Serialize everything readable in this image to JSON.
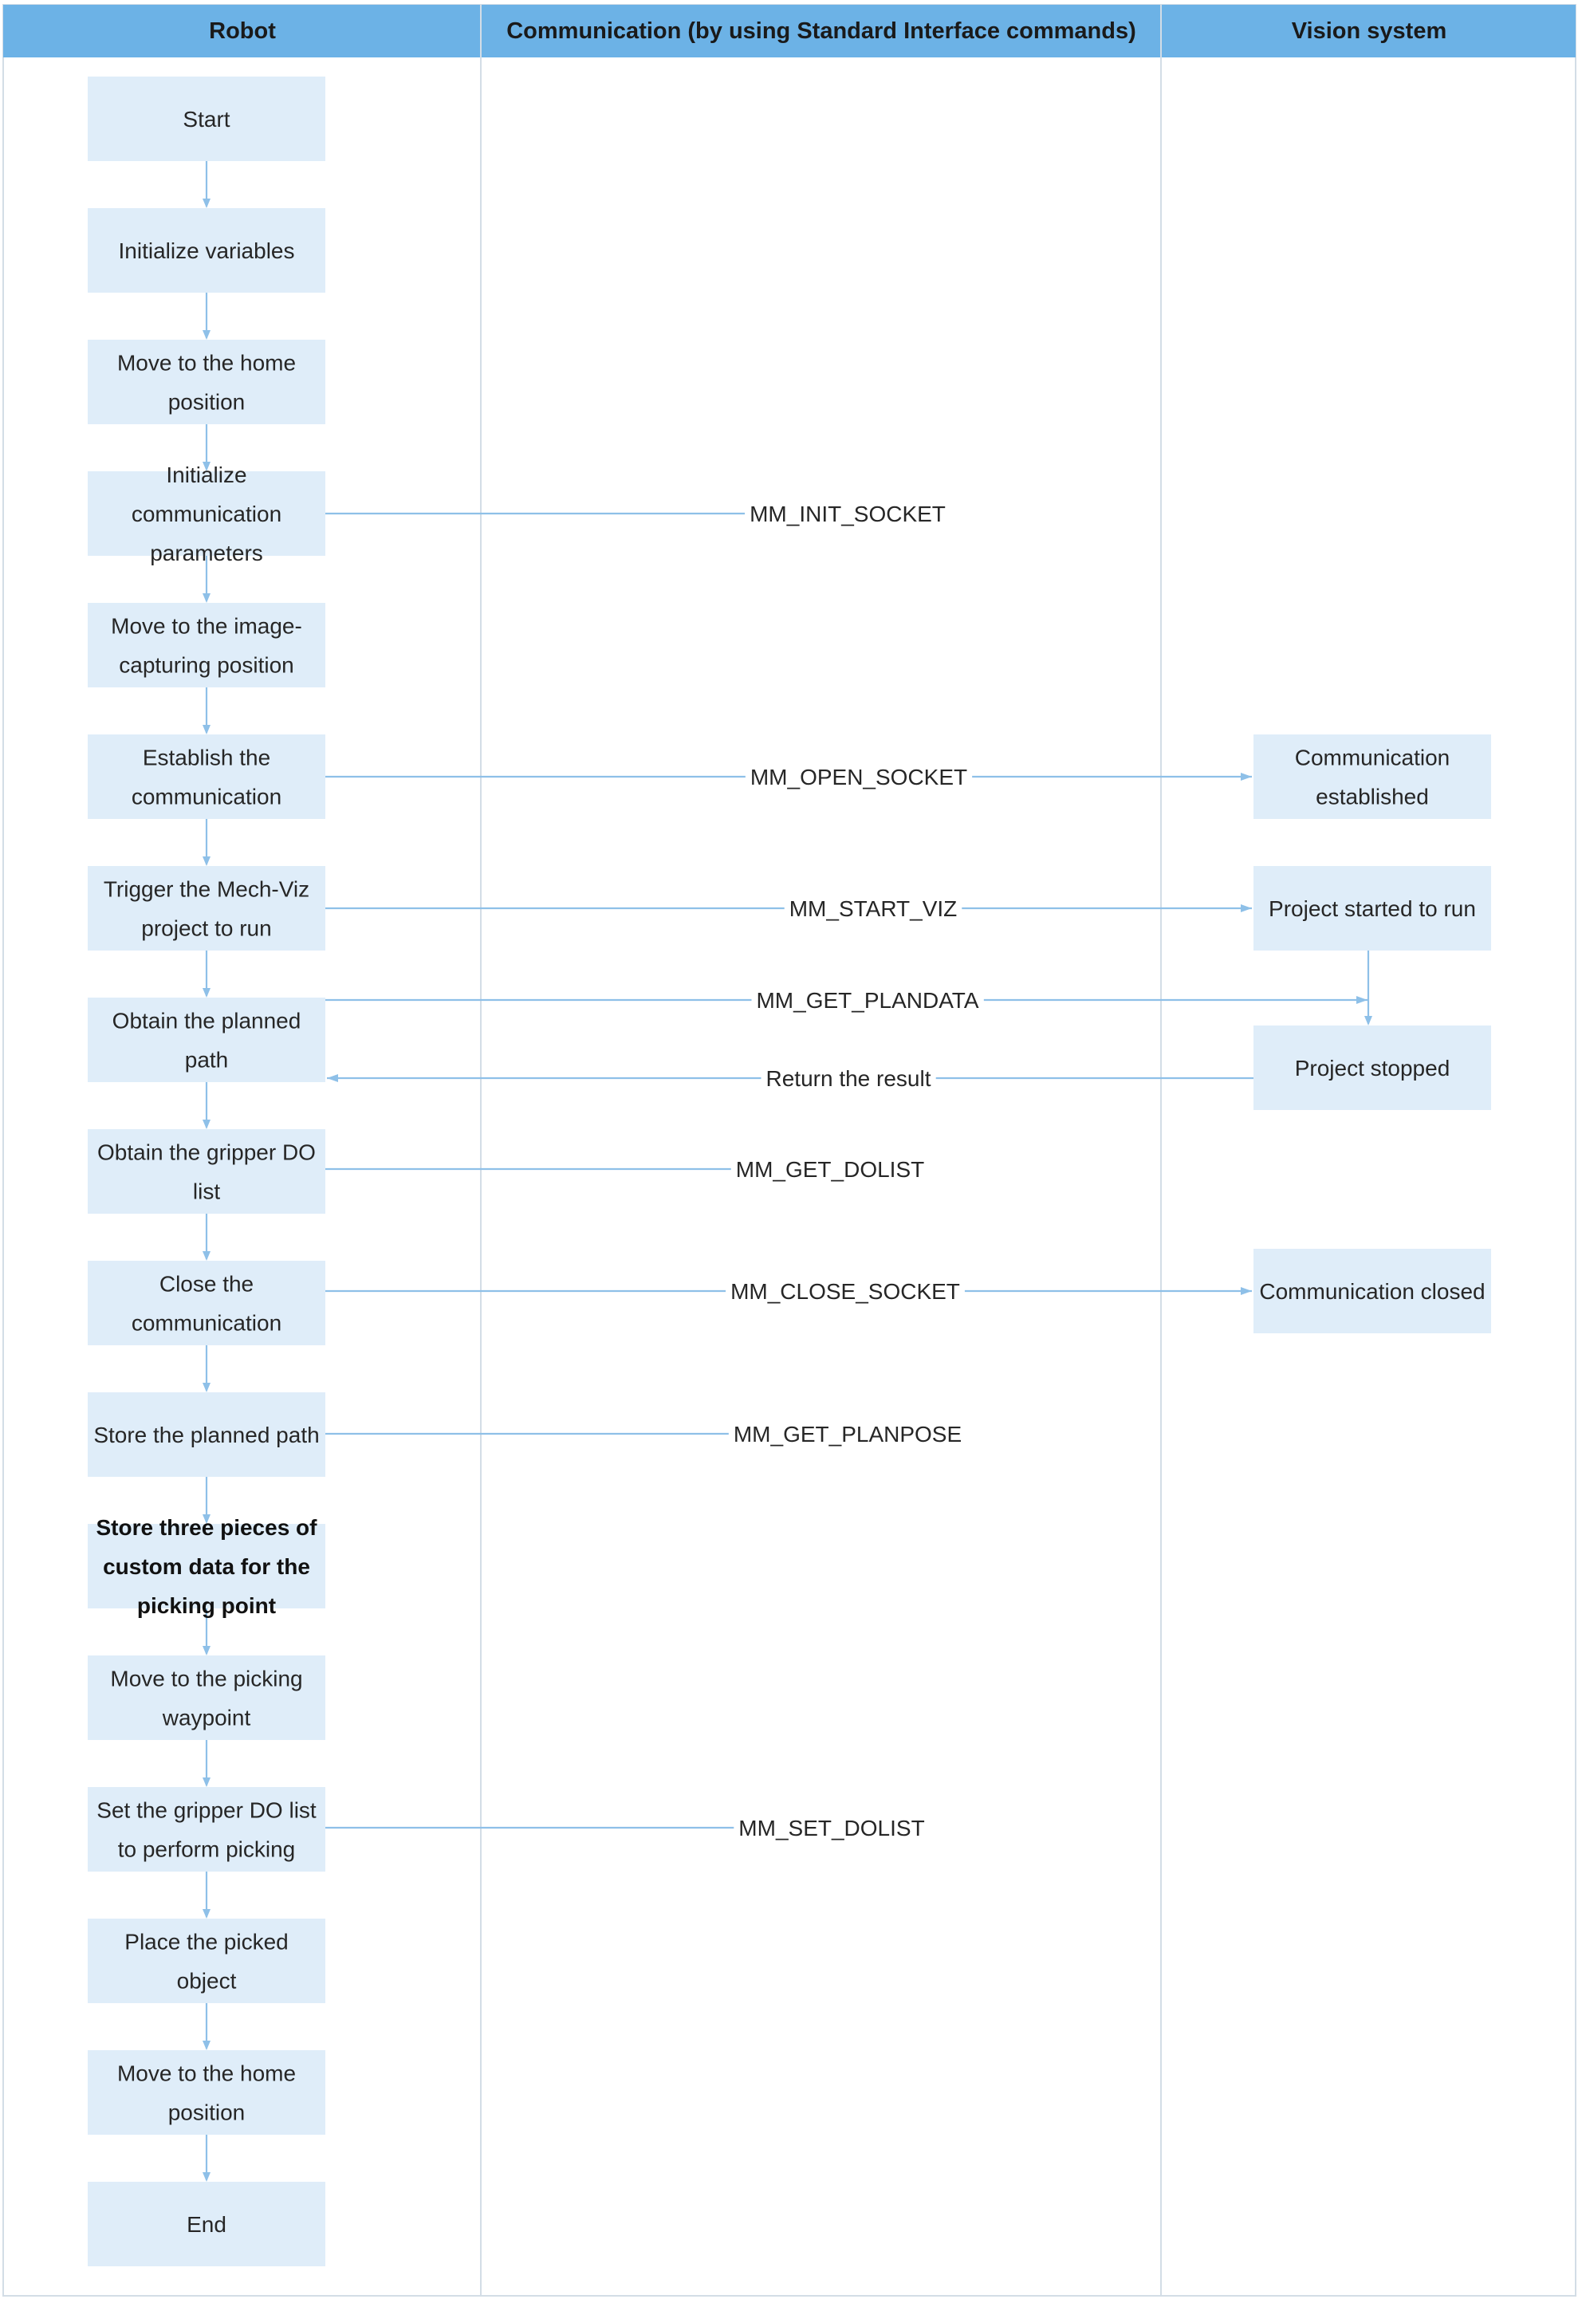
{
  "colors": {
    "header_bg": "#6cb2e6",
    "box_fill": "#dfedf9",
    "arrow": "#8ec0e8",
    "lane_border": "#d3dde6"
  },
  "lanes": {
    "robot": "Robot",
    "communication": "Communication (by using Standard Interface commands)",
    "vision": "Vision system"
  },
  "robot_steps": [
    {
      "id": "start",
      "lines": [
        "Start"
      ]
    },
    {
      "id": "init-variables",
      "lines": [
        "Initialize variables"
      ]
    },
    {
      "id": "move-home-1",
      "lines": [
        "Move to the home",
        "position"
      ]
    },
    {
      "id": "init-comm-params",
      "lines": [
        "Initialize",
        "communication",
        "parameters"
      ]
    },
    {
      "id": "move-capture",
      "lines": [
        "Move to the image-",
        "capturing position"
      ]
    },
    {
      "id": "establish-comm",
      "lines": [
        "Establish the",
        "communication"
      ]
    },
    {
      "id": "trigger-viz",
      "lines": [
        "Trigger the Mech-Viz",
        "project to run"
      ]
    },
    {
      "id": "obtain-path",
      "lines": [
        "Obtain the planned",
        "path"
      ]
    },
    {
      "id": "obtain-dolist",
      "lines": [
        "Obtain the gripper DO",
        "list"
      ]
    },
    {
      "id": "close-comm",
      "lines": [
        "Close the",
        "communication"
      ]
    },
    {
      "id": "store-path",
      "lines": [
        "Store the planned path"
      ]
    },
    {
      "id": "store-custom",
      "lines": [
        "Store three pieces of",
        "custom data for the",
        "picking point"
      ],
      "bold": true
    },
    {
      "id": "move-picking",
      "lines": [
        "Move to the picking",
        "waypoint"
      ]
    },
    {
      "id": "set-dolist",
      "lines": [
        "Set the gripper DO list",
        "to perform picking"
      ]
    },
    {
      "id": "place-object",
      "lines": [
        "Place the picked",
        "object"
      ]
    },
    {
      "id": "move-home-2",
      "lines": [
        "Move to the home",
        "position"
      ]
    },
    {
      "id": "end",
      "lines": [
        "End"
      ]
    }
  ],
  "vision_steps": [
    {
      "id": "comm-established",
      "lines": [
        "Communication",
        "established"
      ]
    },
    {
      "id": "project-started",
      "lines": [
        "Project started to run"
      ]
    },
    {
      "id": "project-stopped",
      "lines": [
        "Project stopped"
      ]
    },
    {
      "id": "comm-closed",
      "lines": [
        "Communication closed"
      ]
    }
  ],
  "messages": [
    {
      "id": "init-socket",
      "label": "MM_INIT_SOCKET",
      "from": "init-comm-params",
      "to": null
    },
    {
      "id": "open-socket",
      "label": "MM_OPEN_SOCKET",
      "from": "establish-comm",
      "to": "comm-established"
    },
    {
      "id": "start-viz",
      "label": "MM_START_VIZ",
      "from": "trigger-viz",
      "to": "project-started"
    },
    {
      "id": "get-plandata",
      "label": "MM_GET_PLANDATA",
      "from": "obtain-path",
      "to": "project-stopped"
    },
    {
      "id": "return-result",
      "label": "Return the result",
      "from": "project-stopped",
      "to": "obtain-path"
    },
    {
      "id": "get-dolist",
      "label": "MM_GET_DOLIST",
      "from": "obtain-dolist",
      "to": null
    },
    {
      "id": "close-socket",
      "label": "MM_CLOSE_SOCKET",
      "from": "close-comm",
      "to": "comm-closed"
    },
    {
      "id": "get-planpose",
      "label": "MM_GET_PLANPOSE",
      "from": "store-path",
      "to": null
    },
    {
      "id": "set-dolist",
      "label": "MM_SET_DOLIST",
      "from": "set-dolist",
      "to": null
    }
  ]
}
